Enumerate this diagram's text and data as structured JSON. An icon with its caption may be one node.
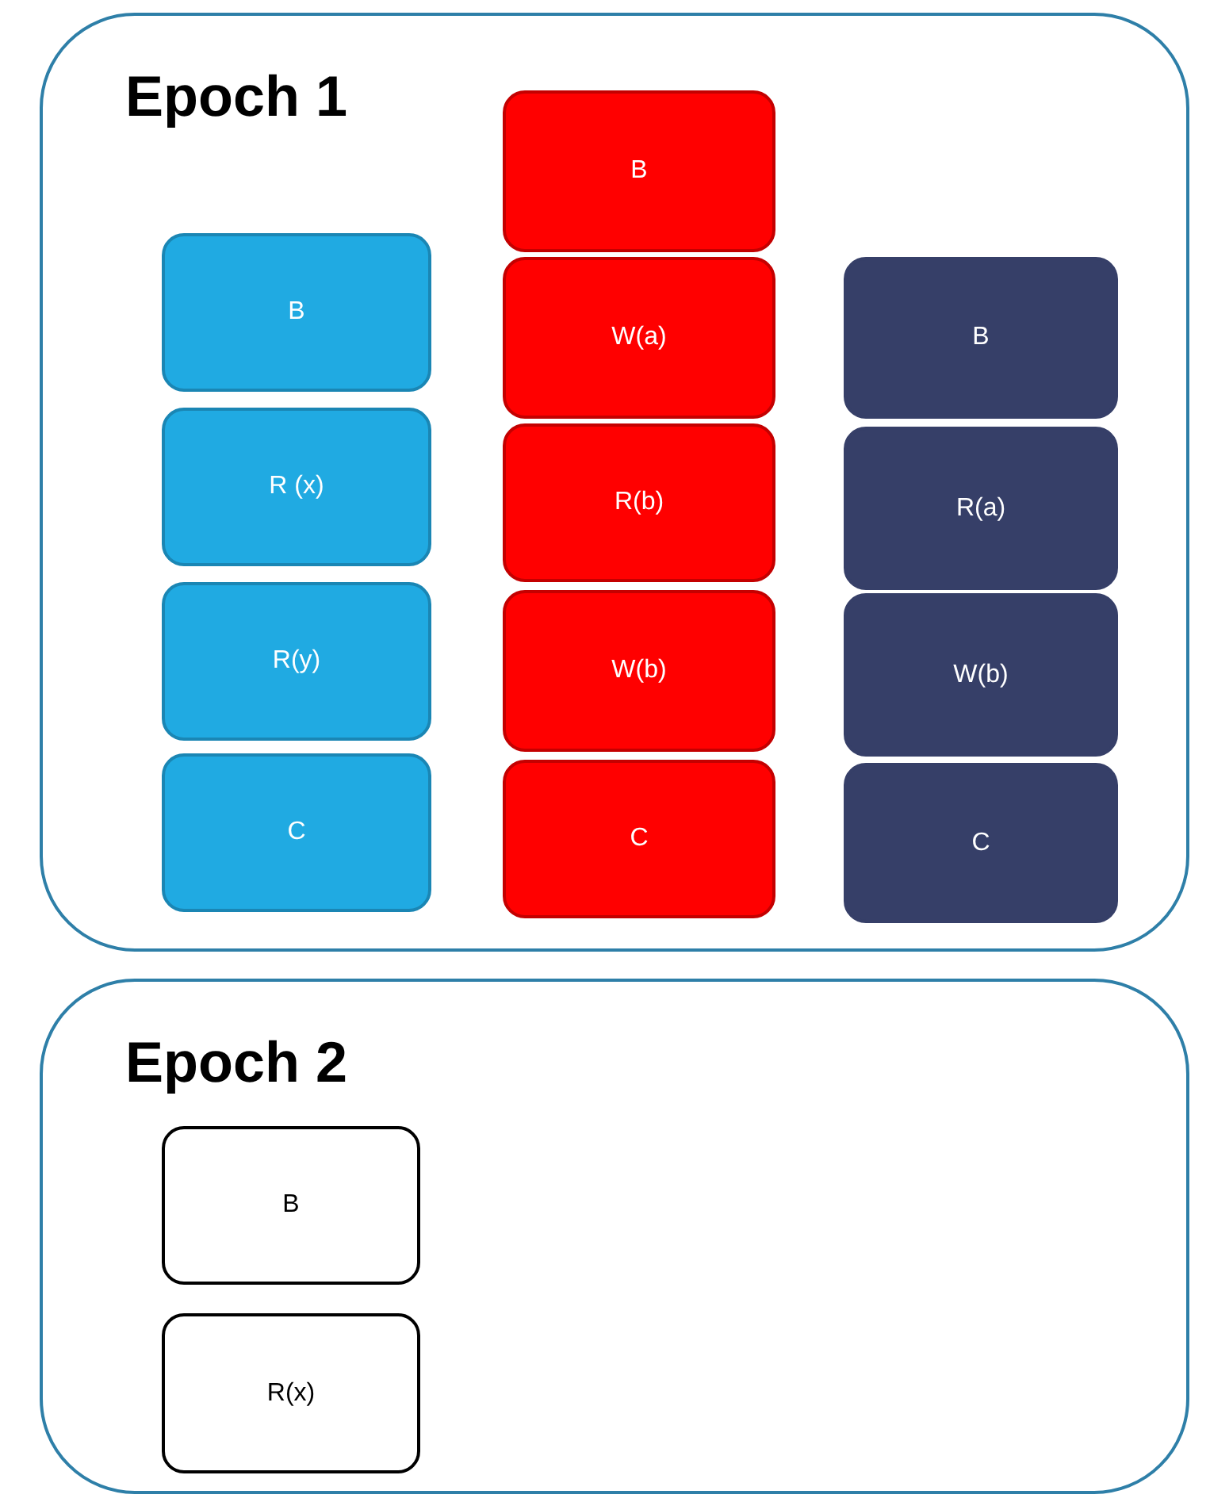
{
  "diagram": {
    "nodes": [
      {
        "text": [
          "Epoch 1"
        ]
      },
      {
        "text": [
          "B"
        ],
        "in": 0
      },
      {
        "text": [
          "R (x)"
        ],
        "in": 0
      },
      {
        "text": [
          "R(y)"
        ],
        "in": 0
      },
      {
        "text": [
          "C"
        ],
        "in": 0
      },
      {
        "text": [
          "B"
        ],
        "in": 0
      },
      {
        "text": [
          "W(a)"
        ],
        "in": 0
      },
      {
        "text": [
          "R(b)"
        ],
        "in": 0
      },
      {
        "text": [
          "W(b)"
        ],
        "in": 0
      },
      {
        "text": [
          "C"
        ],
        "in": 0
      },
      {
        "text": [
          "B"
        ],
        "in": 0
      },
      {
        "text": [
          "R(a)"
        ],
        "in": 0
      },
      {
        "text": [
          "W(b)"
        ],
        "in": 0
      },
      {
        "text": [
          "C"
        ],
        "in": 0
      },
      {
        "text": [
          "Epoch 2"
        ]
      },
      {
        "text": [
          "B"
        ],
        "in": 14
      },
      {
        "text": [
          "R(x)"
        ],
        "in": 14
      }
    ]
  }
}
